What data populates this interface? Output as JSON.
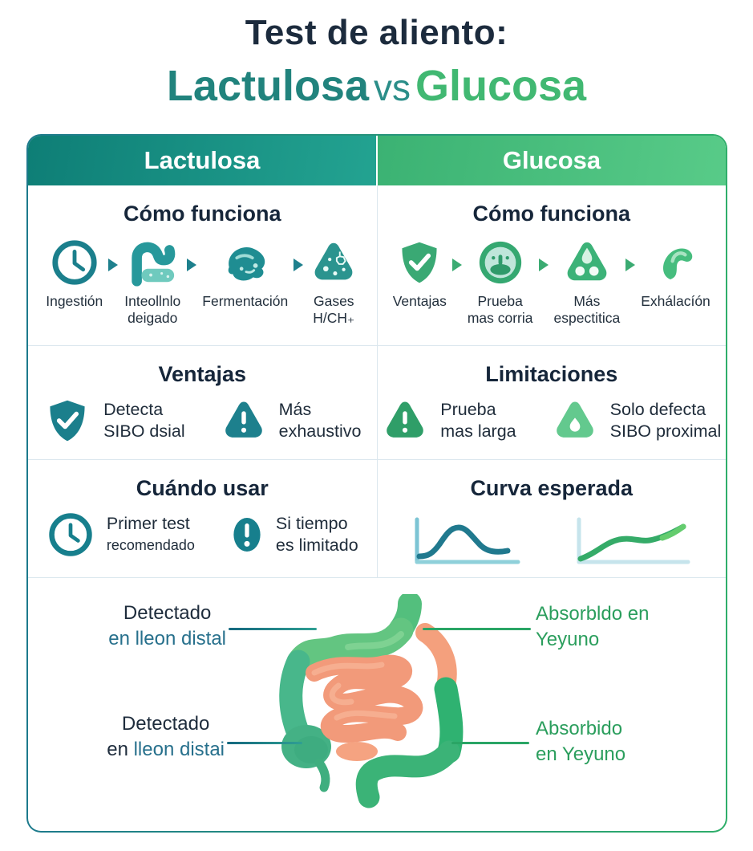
{
  "header": {
    "title": "Test de aliento:",
    "subtitle_left": "Lactulosa",
    "subtitle_vs": "vs",
    "subtitle_right": "Glucosa"
  },
  "colors": {
    "teal": "#1b7f8c",
    "green": "#3bab72",
    "dark_navy": "#1c2b3d",
    "orange": "#f29a7a",
    "label_teal": "#27708c",
    "label_green": "#2b9e5d"
  },
  "columns": {
    "left": "Lactulosa",
    "right": "Glucosa"
  },
  "how_left": {
    "title": "Cómo funciona",
    "steps": [
      {
        "icon": "clock-icon",
        "l1": "Ingestión",
        "l2": ""
      },
      {
        "icon": "intestine-icon",
        "l1": "Inteollnlo",
        "l2": "deigado"
      },
      {
        "icon": "fermentation-icon",
        "l1": "Fermentación",
        "l2": ""
      },
      {
        "icon": "gases-icon",
        "l1": "Gases",
        "l2": "H/CH₊"
      }
    ]
  },
  "how_right": {
    "title": "Cómo funciona",
    "steps": [
      {
        "icon": "shield-check-icon",
        "l1": "Ventajas",
        "l2": ""
      },
      {
        "icon": "gauge-icon",
        "l1": "Prueba",
        "l2": "mas corria"
      },
      {
        "icon": "triangle-dots-icon",
        "l1": "Más",
        "l2": "espectitica"
      },
      {
        "icon": "ear-icon",
        "l1": "Exhálacíón",
        "l2": ""
      }
    ]
  },
  "ventajas": {
    "title": "Ventajas",
    "items": [
      {
        "icon": "shield-check-icon",
        "l1": "Detecta",
        "l2": "SIBO dsial"
      },
      {
        "icon": "warning-triangle-icon",
        "l1": "Más",
        "l2": "exhaustivo"
      }
    ]
  },
  "limitaciones": {
    "title": "Limitaciones",
    "items": [
      {
        "icon": "warning-triangle-icon",
        "l1": "Prueba",
        "l2": "mas larga"
      },
      {
        "icon": "pin-triangle-icon",
        "l1": "Solo defecta",
        "l2": "SIBO proximal"
      }
    ]
  },
  "cuando": {
    "title": "Cuándo usar",
    "items": [
      {
        "icon": "clock-icon",
        "l1": "Primer test",
        "l2": "recomendado"
      },
      {
        "icon": "exclamation-oval-icon",
        "l1": "Si tiempo",
        "l2": "es limitado"
      }
    ]
  },
  "curva": {
    "title": "Curva esperada",
    "left_curve": "teal peak-then-decline curve",
    "right_curve": "green gradual rising curve"
  },
  "anatomy": {
    "top_left": {
      "l1": "Detectado",
      "l2": "en lleon distal"
    },
    "top_right": {
      "l1": "Absorbldo en",
      "l2": "Yeyuno"
    },
    "bottom_left": {
      "l1": "Detectado",
      "l2a": "en",
      "l2b": "lleon distai"
    },
    "bottom_right": {
      "l1": "Absorbido",
      "l2": "en Yeyuno"
    }
  }
}
